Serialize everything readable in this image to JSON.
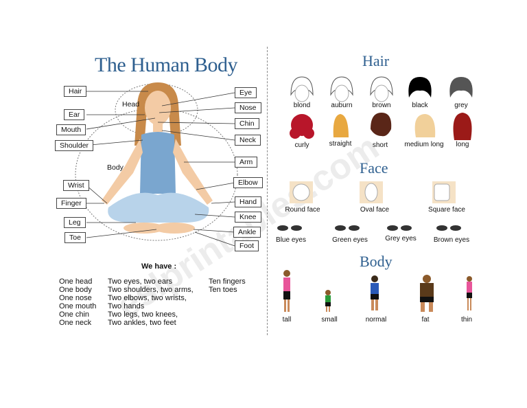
{
  "left": {
    "title": "The Human Body",
    "head_label": "Head",
    "body_label": "Body",
    "left_labels": [
      "Hair",
      "Ear",
      "Mouth",
      "Shoulder",
      "Wrist",
      "Finger",
      "Leg",
      "Toe"
    ],
    "right_labels": [
      "Eye",
      "Nose",
      "Chin",
      "Neck",
      "Arm",
      "Elbow",
      "Hand",
      "Knee",
      "Ankle",
      "Foot"
    ],
    "we_have": "We have :",
    "col1": [
      "One head",
      "One body",
      "One nose",
      "One mouth",
      "One chin",
      "One neck"
    ],
    "col2": [
      "Two eyes, two ears",
      "Two shoulders, two arms,",
      "Two elbows, two wrists,",
      "Two hands",
      "Two legs, two knees,",
      "Two ankles, two feet"
    ],
    "col3": [
      "Ten fingers",
      "Ten toes"
    ]
  },
  "hair": {
    "title": "Hair",
    "row1": [
      "blond",
      "auburn",
      "brown",
      "black",
      "grey"
    ],
    "row2": [
      "curly",
      "straight",
      "short",
      "medium long",
      "long"
    ]
  },
  "face": {
    "title": "Face",
    "shapes": [
      "Round face",
      "Oval face",
      "Square face"
    ],
    "eyes": [
      "Blue eyes",
      "Green eyes",
      "Grey eyes",
      "Brown eyes"
    ]
  },
  "body": {
    "title": "Body",
    "types": [
      "tall",
      "small",
      "normal",
      "fat",
      "thin"
    ]
  },
  "watermark": "eslprintables.com"
}
